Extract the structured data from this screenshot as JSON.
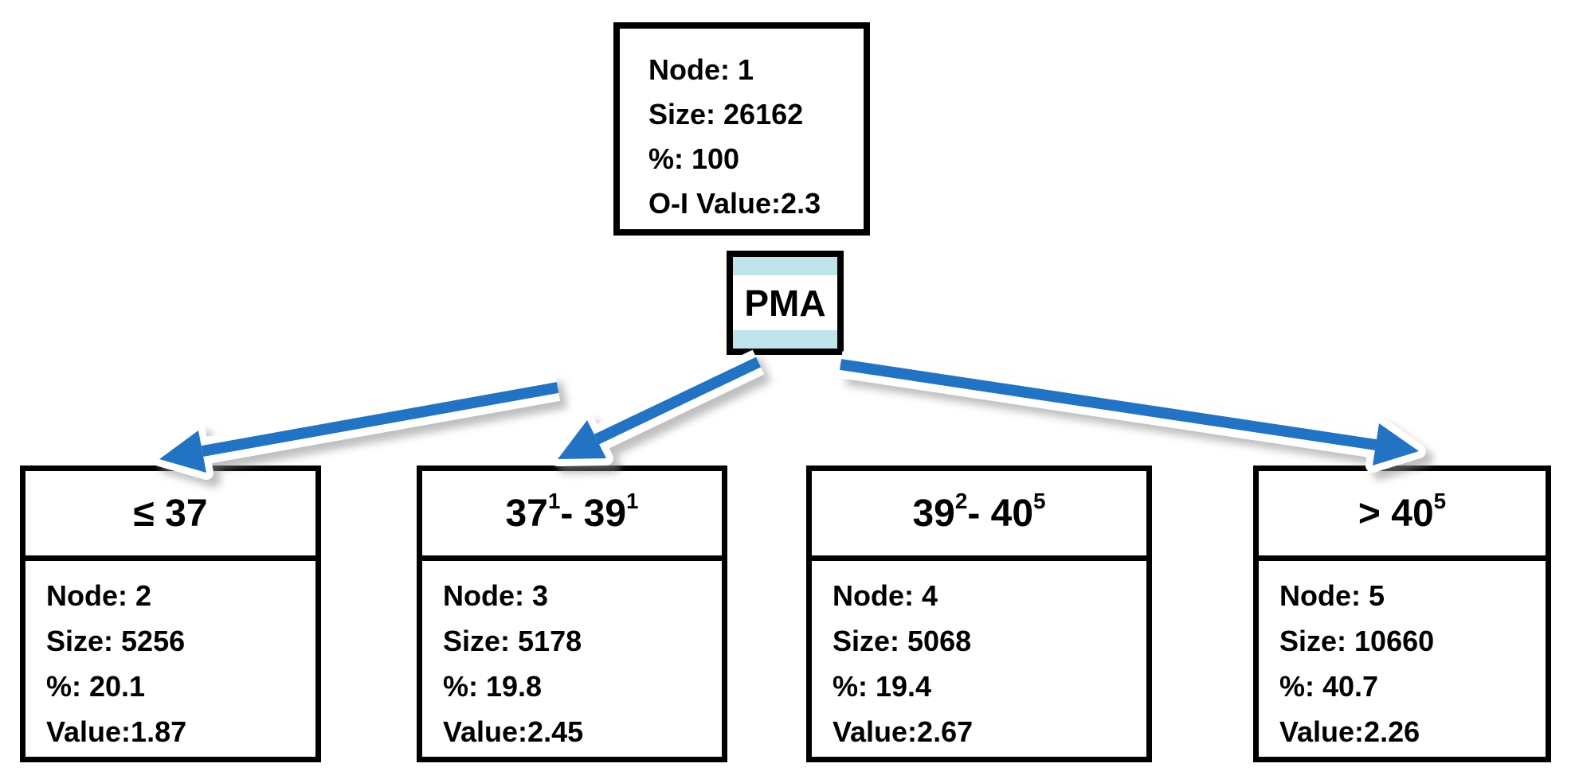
{
  "diagram_type": "decision-tree",
  "root": {
    "lines": [
      "Node: 1",
      "Size: 26162",
      "%: 100",
      "O-I Value:2.3"
    ]
  },
  "split": {
    "label": "PMA"
  },
  "children": [
    {
      "header_text": "≤ 37",
      "header_parts": [
        {
          "text": "≤ 37"
        }
      ],
      "lines": [
        "Node: 2",
        "Size: 5256",
        "%: 20.1",
        "Value:1.87"
      ]
    },
    {
      "header_text": "37¹ - 39¹",
      "header_parts": [
        {
          "text": "37"
        },
        {
          "sup": "1"
        },
        {
          "text": " - 39"
        },
        {
          "sup": "1"
        }
      ],
      "lines": [
        "Node: 3",
        "Size: 5178",
        "%: 19.8",
        "Value:2.45"
      ]
    },
    {
      "header_text": "39² - 40⁵",
      "header_parts": [
        {
          "text": "39"
        },
        {
          "sup": "2"
        },
        {
          "text": " - 40"
        },
        {
          "sup": "5"
        }
      ],
      "lines": [
        "Node: 4",
        "Size: 5068",
        "%: 19.4",
        "Value:2.67"
      ]
    },
    {
      "header_text": "> 40⁵",
      "header_parts": [
        {
          "text": "> 40"
        },
        {
          "sup": "5"
        }
      ],
      "lines": [
        "Node: 5",
        "Size: 10660",
        "%: 40.7",
        "Value:2.26"
      ]
    }
  ],
  "colors": {
    "arrow_blue": "#2173C4",
    "band_cyan": "#BFE4EA",
    "border_black": "#000000"
  }
}
